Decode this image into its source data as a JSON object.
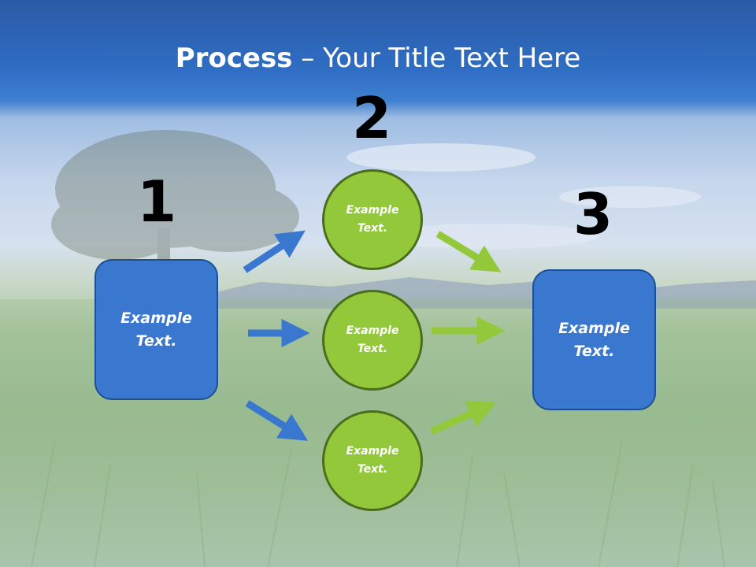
{
  "title": {
    "bold": "Process",
    "rest": " – Your Title Text Here"
  },
  "steps": {
    "one": "1",
    "two": "2",
    "three": "3"
  },
  "left_box": {
    "label": "Example\nText."
  },
  "right_box": {
    "label": "Example\nText."
  },
  "circles": [
    {
      "label": "Example\nText."
    },
    {
      "label": "Example\nText."
    },
    {
      "label": "Example\nText."
    }
  ],
  "colors": {
    "box_fill": "#3a78d0",
    "circle_fill": "#92c83a",
    "blue_arrow": "#3a78d0",
    "green_arrow": "#92c83a"
  }
}
